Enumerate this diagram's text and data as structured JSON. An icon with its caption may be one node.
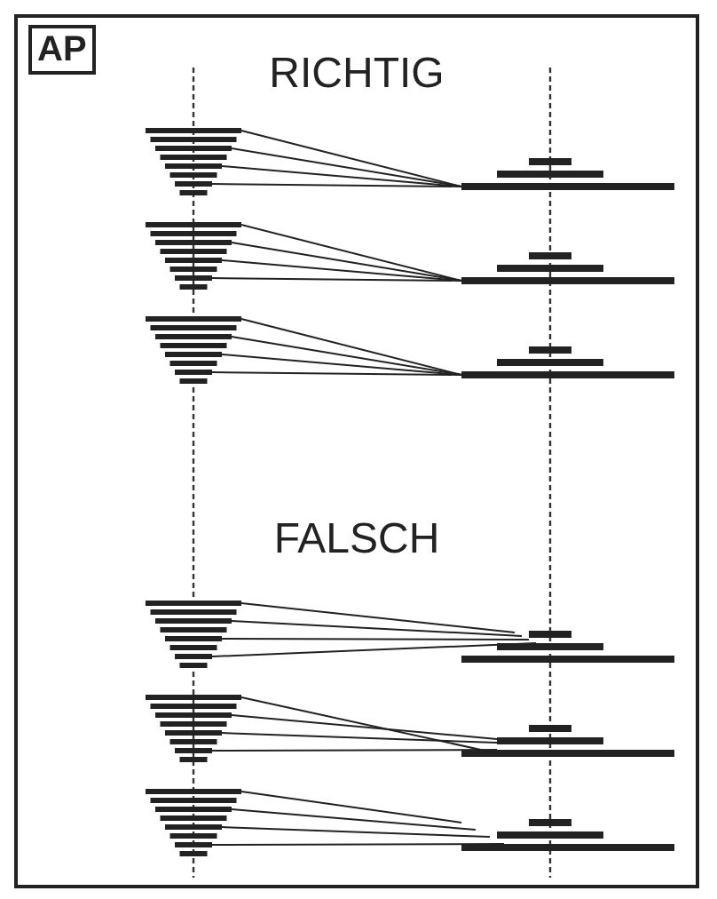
{
  "diagram": {
    "labels": [
      "AP",
      "RICHTIG",
      "FALSCH"
    ]
  }
}
